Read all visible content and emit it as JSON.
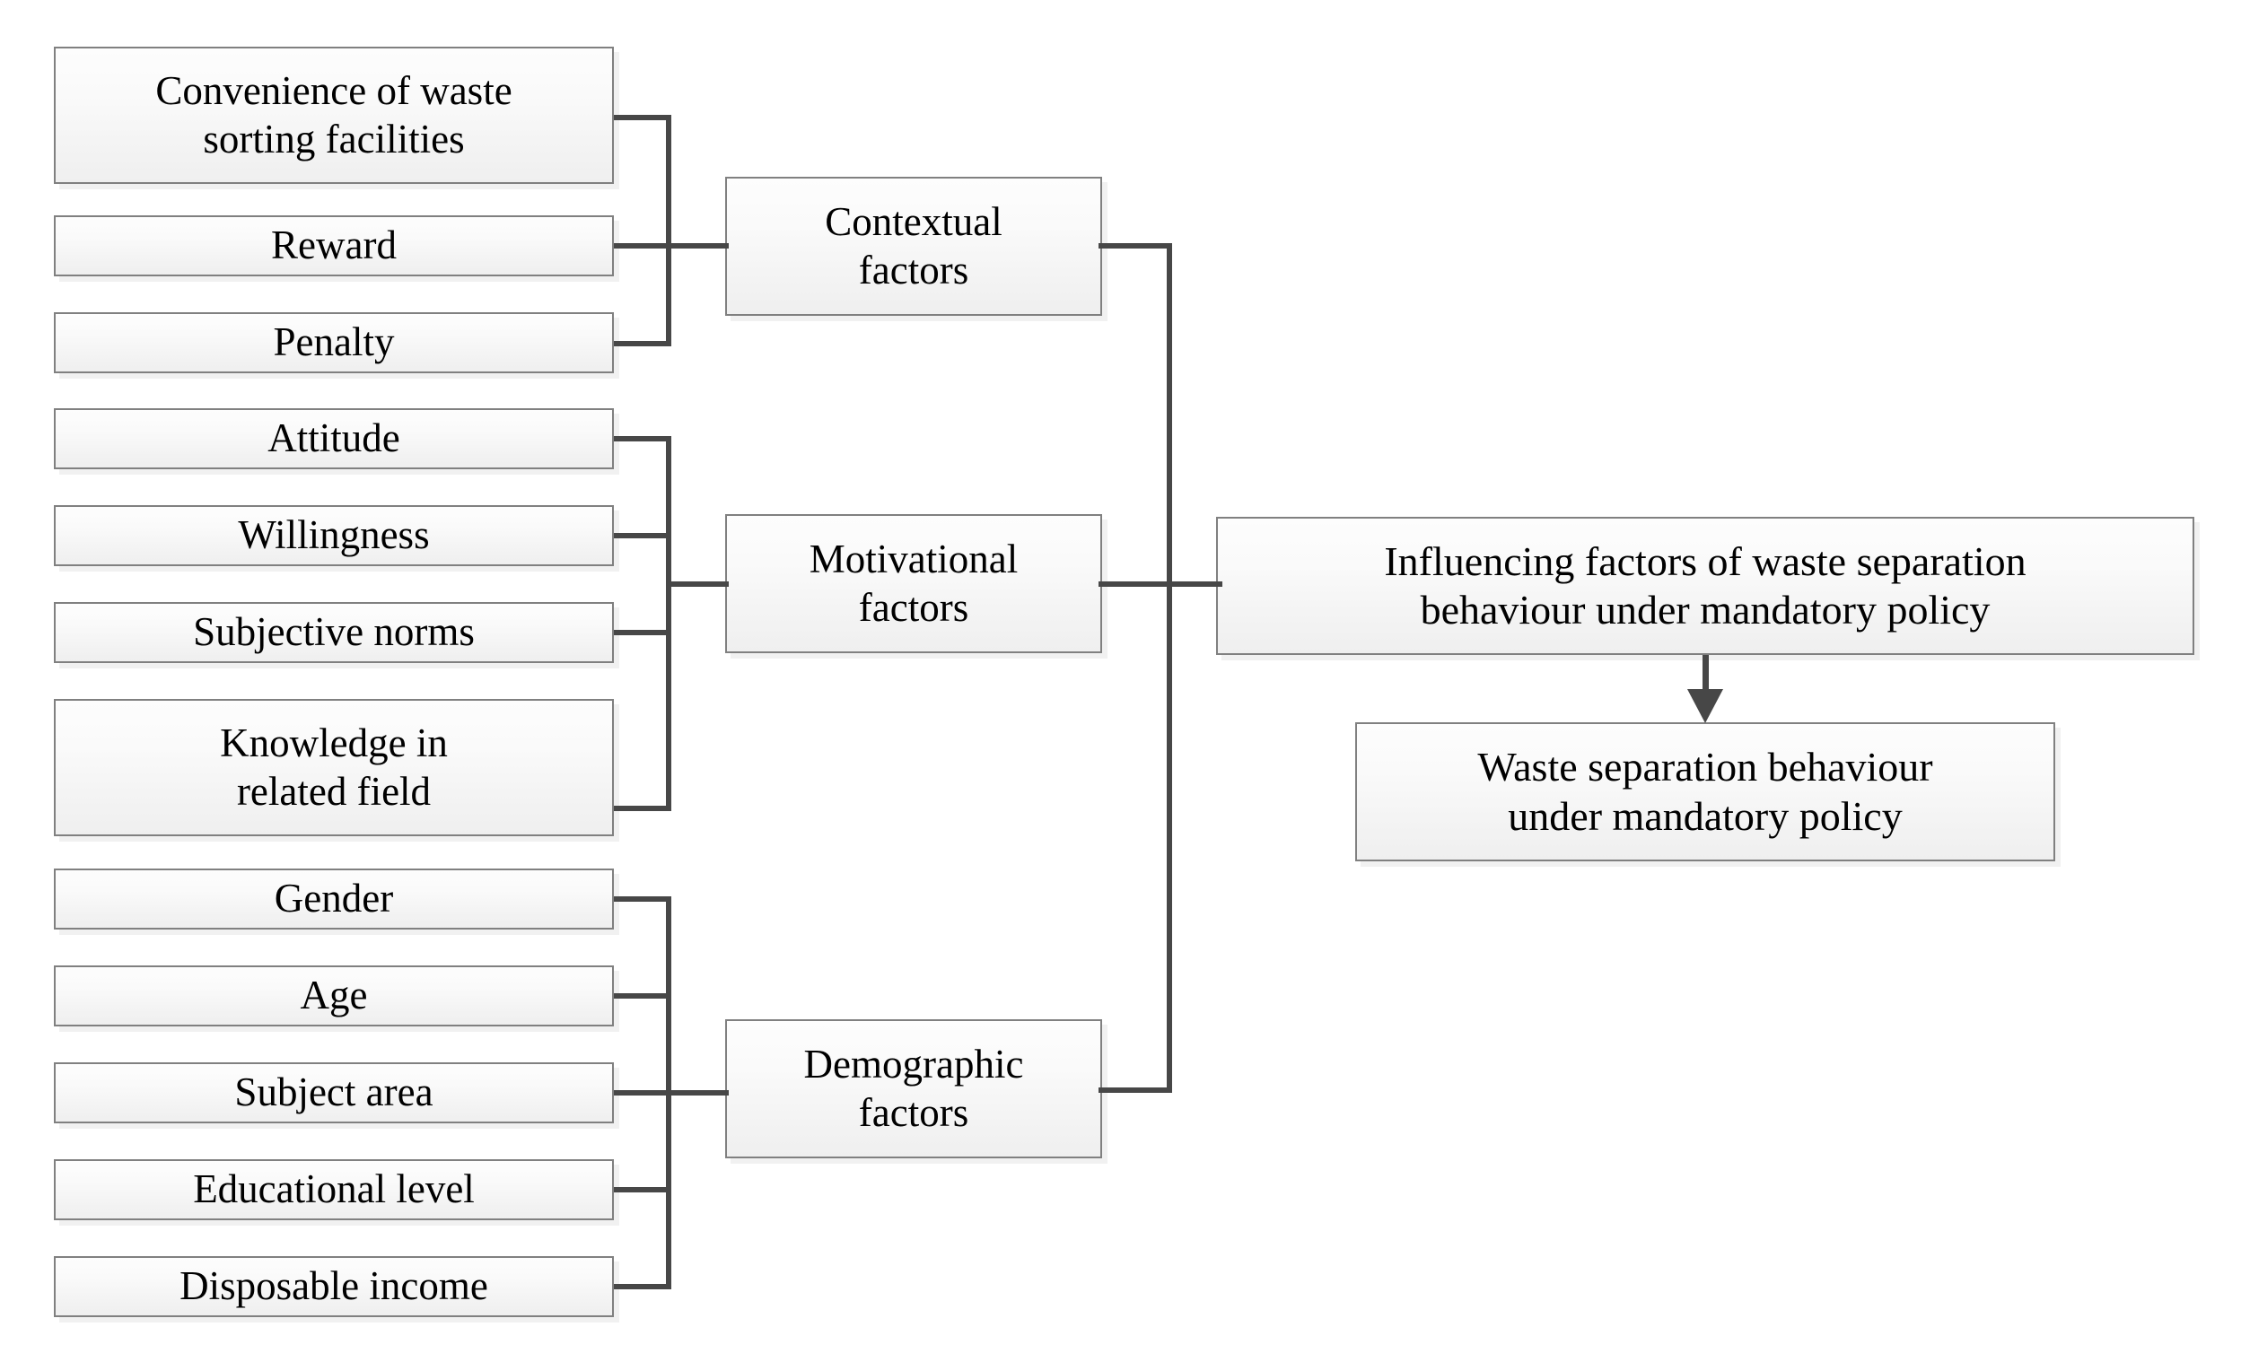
{
  "diagram": {
    "title": "Influencing factors of waste separation behaviour under mandatory policy",
    "level1": [
      {
        "id": "convenience",
        "label": "Convenience of waste\nsorting facilities"
      },
      {
        "id": "reward",
        "label": "Reward"
      },
      {
        "id": "penalty",
        "label": "Penalty"
      },
      {
        "id": "attitude",
        "label": "Attitude"
      },
      {
        "id": "willingness",
        "label": "Willingness"
      },
      {
        "id": "subjective-norms",
        "label": "Subjective norms"
      },
      {
        "id": "knowledge",
        "label": "Knowledge in\nrelated field"
      },
      {
        "id": "gender",
        "label": "Gender"
      },
      {
        "id": "age",
        "label": "Age"
      },
      {
        "id": "subject-area",
        "label": "Subject area"
      },
      {
        "id": "educational-level",
        "label": "Educational level"
      },
      {
        "id": "disposable-income",
        "label": "Disposable income"
      }
    ],
    "level2": [
      {
        "id": "contextual-factors",
        "label": "Contextual\nfactors"
      },
      {
        "id": "motivational-factors",
        "label": "Motivational\nfactors"
      },
      {
        "id": "demographic-factors",
        "label": "Demographic\nfactors"
      }
    ],
    "level3": {
      "id": "influencing-factors",
      "label": "Influencing factors of waste separation\nbehaviour under mandatory policy"
    },
    "level4": {
      "id": "waste-separation-behaviour",
      "label": "Waste separation behaviour\nunder mandatory policy"
    },
    "colors": {
      "box_border": "#808080",
      "box_fill_top": "#fdfdfd",
      "box_fill_bottom": "#efefef",
      "connector": "#474747",
      "text": "#000000",
      "background": "#ffffff"
    }
  }
}
